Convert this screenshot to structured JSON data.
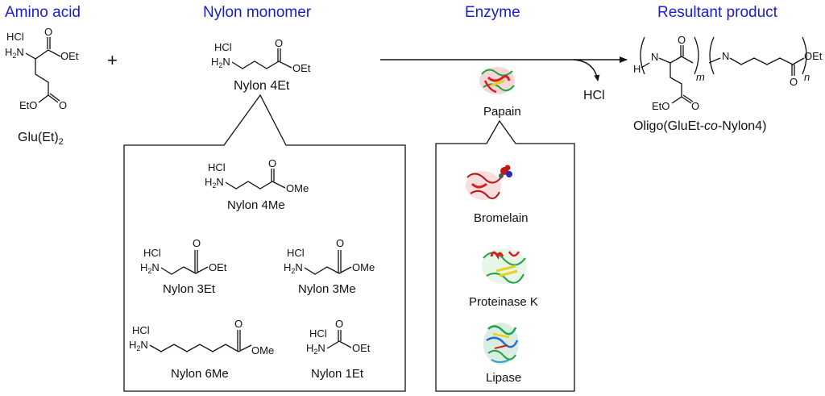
{
  "headers": {
    "amino_acid": "Amino acid",
    "nylon_monomer": "Nylon monomer",
    "enzyme": "Enzyme",
    "product": "Resultant product"
  },
  "plus": "+",
  "compounds": {
    "glu": {
      "name_main": "Glu(Et)",
      "name_sub": "2",
      "hcl": "HCl",
      "amine": "H",
      "amine_sub": "2",
      "amine_n": "N",
      "o": "O",
      "oet": "OEt",
      "eto": "EtO"
    },
    "nylon4et": {
      "name": "Nylon 4Et",
      "hcl": "HCl",
      "amine": "H",
      "amine_sub": "2",
      "amine_n": "N",
      "o": "O",
      "ester": "OEt"
    },
    "nylon4me": {
      "name": "Nylon 4Me",
      "hcl": "HCl",
      "amine": "H",
      "amine_sub": "2",
      "amine_n": "N",
      "o": "O",
      "ester": "OMe"
    },
    "nylon3et": {
      "name": "Nylon 3Et",
      "hcl": "HCl",
      "amine": "H",
      "amine_sub": "2",
      "amine_n": "N",
      "o": "O",
      "ester": "OEt"
    },
    "nylon3me": {
      "name": "Nylon 3Me",
      "hcl": "HCl",
      "amine": "H",
      "amine_sub": "2",
      "amine_n": "N",
      "o": "O",
      "ester": "OMe"
    },
    "nylon6me": {
      "name": "Nylon 6Me",
      "hcl": "HCl",
      "amine": "H",
      "amine_sub": "2",
      "amine_n": "N",
      "o": "O",
      "ester": "OMe"
    },
    "nylon1et": {
      "name": "Nylon 1Et",
      "hcl": "HCl",
      "amine": "H",
      "amine_sub": "2",
      "amine_n": "N",
      "o": "O",
      "ester": "OEt"
    }
  },
  "enzymes": {
    "papain": "Papain",
    "bromelain": "Bromelain",
    "proteinase_k": "Proteinase K",
    "lipase": "Lipase"
  },
  "byproduct": "HCl",
  "product": {
    "name_pre": "Oligo(GluEt-",
    "name_italic": "co",
    "name_post": "-Nylon4)",
    "h": "H",
    "n": "N",
    "o": "O",
    "oet": "OEt",
    "eto": "EtO",
    "m": "m",
    "n_sub": "n"
  }
}
